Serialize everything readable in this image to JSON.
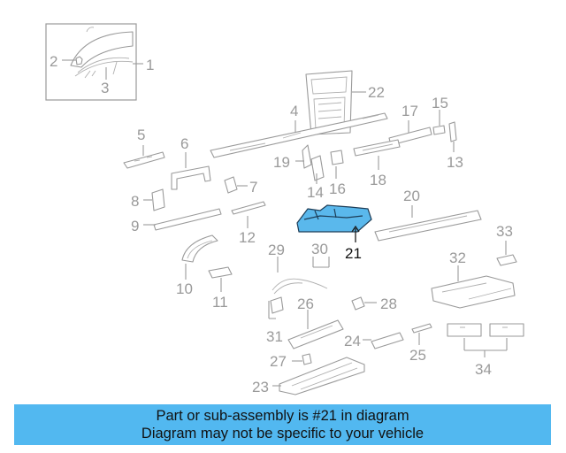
{
  "diagram": {
    "callouts": [
      {
        "id": "c1",
        "text": "1"
      },
      {
        "id": "c2",
        "text": "2"
      },
      {
        "id": "c3",
        "text": "3"
      },
      {
        "id": "c4",
        "text": "4"
      },
      {
        "id": "c5",
        "text": "5"
      },
      {
        "id": "c6",
        "text": "6"
      },
      {
        "id": "c7",
        "text": "7"
      },
      {
        "id": "c8",
        "text": "8"
      },
      {
        "id": "c9",
        "text": "9"
      },
      {
        "id": "c10",
        "text": "10"
      },
      {
        "id": "c11",
        "text": "11"
      },
      {
        "id": "c12",
        "text": "12"
      },
      {
        "id": "c13",
        "text": "13"
      },
      {
        "id": "c14",
        "text": "14"
      },
      {
        "id": "c15",
        "text": "15"
      },
      {
        "id": "c16",
        "text": "16"
      },
      {
        "id": "c17",
        "text": "17"
      },
      {
        "id": "c18",
        "text": "18"
      },
      {
        "id": "c19",
        "text": "19"
      },
      {
        "id": "c20",
        "text": "20"
      },
      {
        "id": "c21",
        "text": "21"
      },
      {
        "id": "c22",
        "text": "22"
      },
      {
        "id": "c23",
        "text": "23"
      },
      {
        "id": "c24",
        "text": "24"
      },
      {
        "id": "c25",
        "text": "25"
      },
      {
        "id": "c26",
        "text": "26"
      },
      {
        "id": "c27",
        "text": "27"
      },
      {
        "id": "c28",
        "text": "28"
      },
      {
        "id": "c29",
        "text": "29"
      },
      {
        "id": "c30",
        "text": "30"
      },
      {
        "id": "c31",
        "text": "31"
      },
      {
        "id": "c32",
        "text": "32"
      },
      {
        "id": "c33",
        "text": "33"
      },
      {
        "id": "c34",
        "text": "34"
      }
    ],
    "highlight_color": "#5ab8ec",
    "line_color": "#9a9a9a"
  },
  "banner": {
    "line1": "Part or sub-assembly is #21 in diagram",
    "line2": "Diagram may not be specific to your vehicle",
    "background": "#52b8f0"
  }
}
